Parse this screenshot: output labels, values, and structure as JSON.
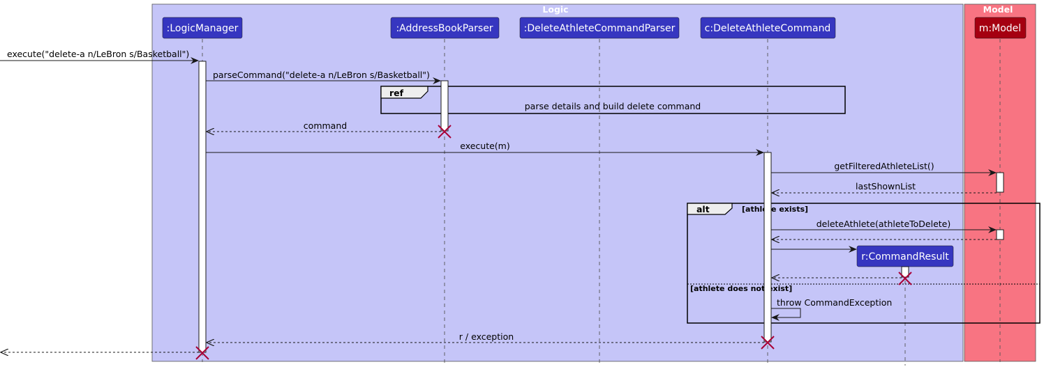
{
  "boxes": {
    "logic": "Logic",
    "model": "Model"
  },
  "participants": {
    "logic_manager": ":LogicManager",
    "address_book_parser": ":AddressBookParser",
    "delete_athlete_command_parser": ":DeleteAthleteCommandParser",
    "delete_athlete_command": "c:DeleteAthleteCommand",
    "model": "m:Model",
    "command_result": "r:CommandResult"
  },
  "messages": {
    "m1": "execute(\"delete-a n/LeBron s/Basketball\")",
    "m2": "parseCommand(\"delete-a n/LeBron s/Basketball\")",
    "m3": "command",
    "m4": "execute(m)",
    "m5": "getFilteredAthleteList()",
    "m6": "lastShownList",
    "m7": "deleteAthlete(athleteToDelete)",
    "m8": "throw CommandException",
    "m9": "r / exception"
  },
  "ref_fragment": {
    "tag": "ref",
    "text": "parse details and build delete command"
  },
  "alt_fragment": {
    "tag": "alt",
    "guard1": "[athlete exists]",
    "guard2": "[athlete does not exist]"
  },
  "colors": {
    "logic_box": "#c5c5f8",
    "model_box": "#f87482",
    "participant": "#3636c0",
    "model_participant": "#a50011",
    "destroy": "#a80036"
  }
}
